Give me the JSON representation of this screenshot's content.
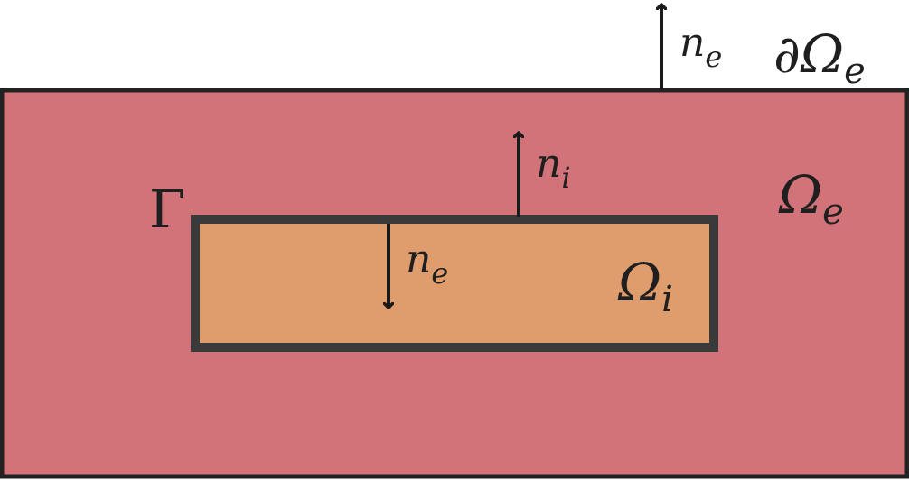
{
  "colors": {
    "outer_fill": "#d27279",
    "inner_fill": "#df9c6c",
    "outer_stroke": "#222222",
    "inner_stroke": "#3a3a3a",
    "arrow": "#1a1a1a",
    "text": "#1f1f1f"
  },
  "labels": {
    "outer_boundary": {
      "symbol": "∂Ω",
      "subscript": "e"
    },
    "outer_domain": {
      "symbol": "Ω",
      "subscript": "e"
    },
    "inner_domain": {
      "symbol": "Ω",
      "subscript": "i"
    },
    "interface": {
      "symbol": "Γ"
    },
    "normal_outer_top": {
      "symbol": "n",
      "subscript": "e"
    },
    "normal_inner_up": {
      "symbol": "n",
      "subscript": "i"
    },
    "normal_inner_down": {
      "symbol": "n",
      "subscript": "e"
    }
  }
}
